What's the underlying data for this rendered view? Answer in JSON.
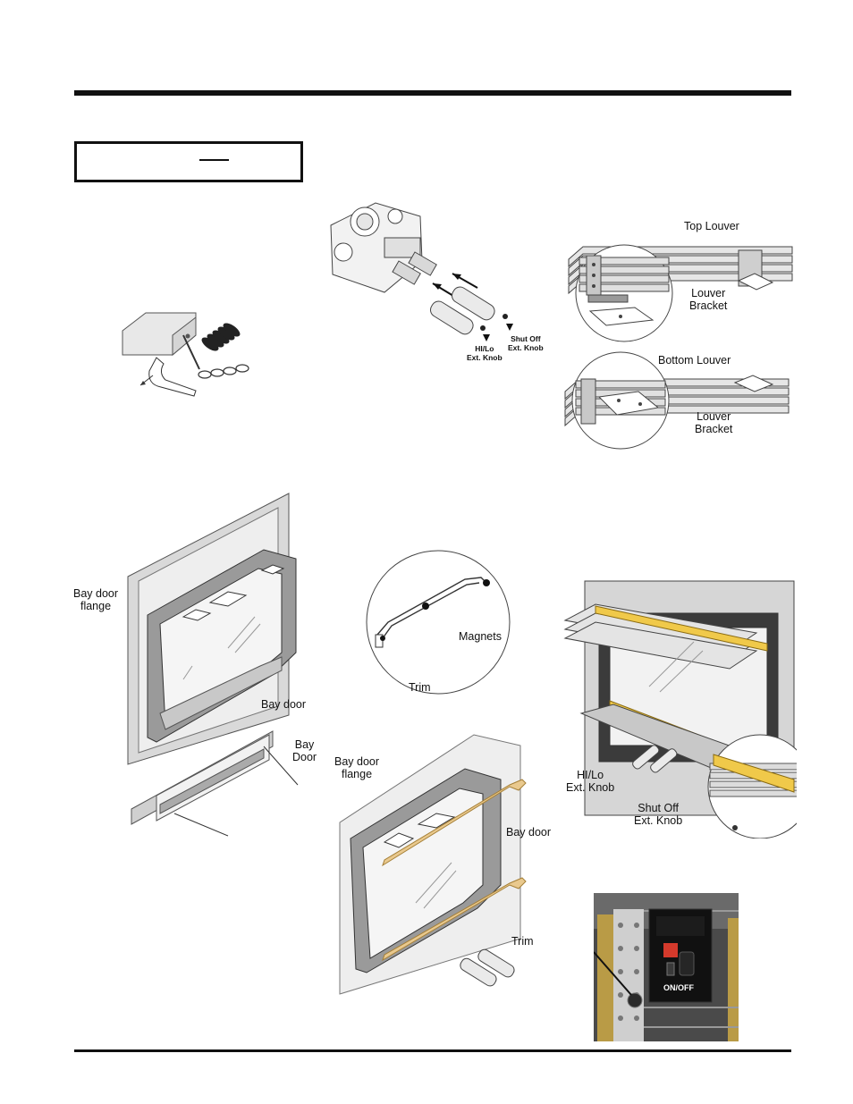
{
  "labels": {
    "top_louver": "Top Louver",
    "louver_bracket_top": "Louver\nBracket",
    "bottom_louver": "Bottom Louver",
    "louver_bracket_bottom": "Louver\nBracket",
    "hilo_knob_small": "HI/Lo\nExt. Knob",
    "shutoff_knob_small": "Shut Off\nExt. Knob",
    "bay_door_flange_left": "Bay door\nflange",
    "bay_door_left": "Bay door",
    "bay_door_side": "Bay\nDoor",
    "magnets": "Magnets",
    "trim_circle": "Trim",
    "bay_door_flange_center": "Bay door\nflange",
    "bay_door_center": "Bay door",
    "trim_center": "Trim",
    "hilo_knob_right": "HI/Lo\nExt. Knob",
    "shutoff_knob_right": "Shut Off\nExt. Knob",
    "switch_text": "ON/OFF"
  },
  "colors": {
    "trim_gold": "#f0c94a",
    "trim_tan": "#e9c98e",
    "rule": "#111111"
  }
}
